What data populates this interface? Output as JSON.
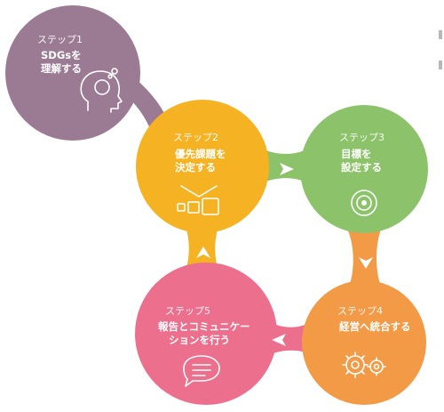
{
  "colors": {
    "step1": "#9b7a93",
    "step2": "#f5b324",
    "step3": "#8cc36a",
    "step4": "#f39a46",
    "step5": "#ec6f8d",
    "text": "#ffffff"
  },
  "steps": [
    {
      "label": "ステップ1",
      "title_lines": [
        "SDGsを",
        "理解する"
      ],
      "icon": "head-icon"
    },
    {
      "label": "ステップ2",
      "title_lines": [
        "優先課題を",
        "決定する"
      ],
      "icon": "priority-boxes-icon"
    },
    {
      "label": "ステップ3",
      "title_lines": [
        "目標を",
        "設定する"
      ],
      "icon": "target-icon"
    },
    {
      "label": "ステップ4",
      "title_lines": [
        "経営へ統合する"
      ],
      "icon": "gears-icon"
    },
    {
      "label": "ステップ5",
      "title_lines": [
        "報告とコミュニケー",
        "ションを行う"
      ],
      "icon": "speech-bubble-icon"
    }
  ]
}
